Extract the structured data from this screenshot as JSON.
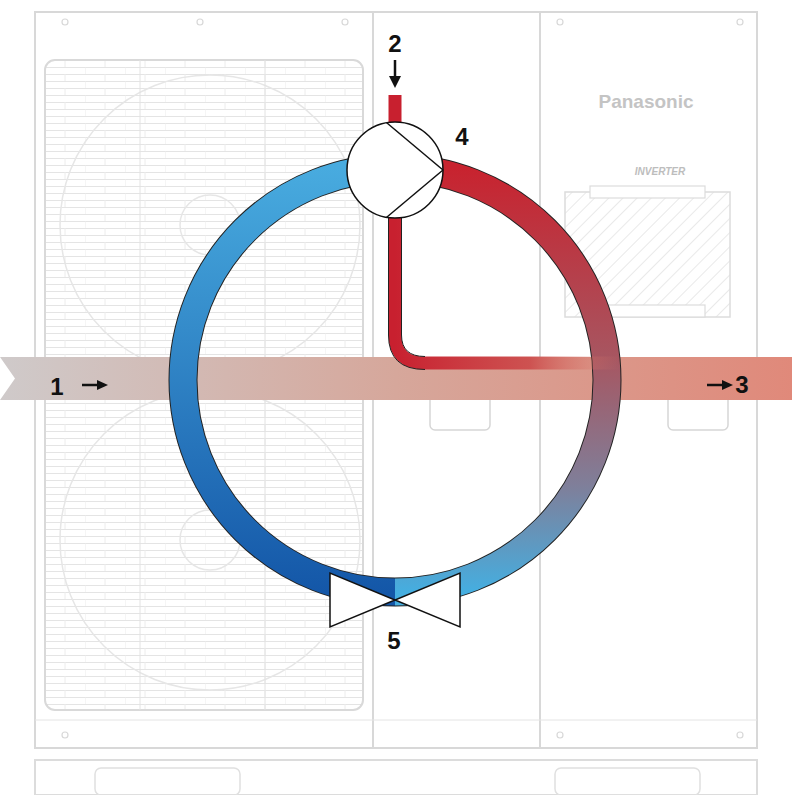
{
  "diagram": {
    "labels": [
      "2",
      "4",
      "Panasonic",
      "INVERTER",
      "1",
      "3",
      "5"
    ]
  }
}
